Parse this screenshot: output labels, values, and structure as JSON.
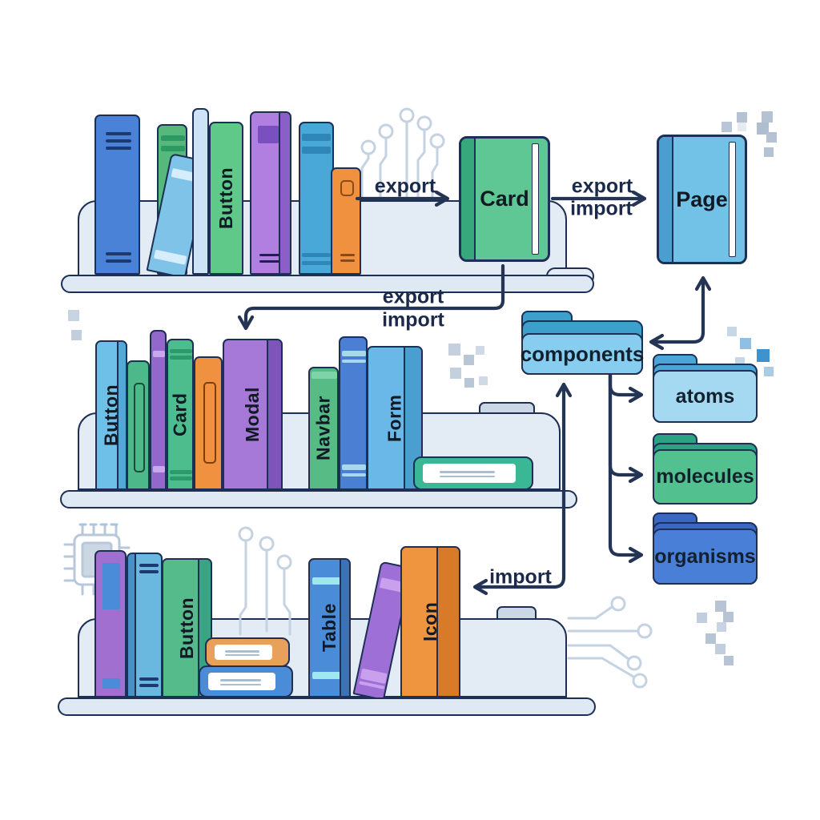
{
  "palette": {
    "outline": "#1d2f55",
    "arrow": "#243454",
    "shelf_board": "#dfe9f4",
    "shelf_panel": "#e3ebf4",
    "circuit": "#c5d2e2",
    "label_text": "#111a24",
    "arrow_text": "#1b2a4a"
  },
  "connections": {
    "shelf1_to_card": "export",
    "card_to_page": [
      "export",
      "import"
    ],
    "card_to_shelf2": [
      "export",
      "import"
    ],
    "components_to_bottom_shelf": "import"
  },
  "notebooks": [
    {
      "label": "Card",
      "body": "#5ec794",
      "spine": "#37a87c"
    },
    {
      "label": "Page",
      "body": "#72c2e8",
      "spine": "#4a9fd0"
    }
  ],
  "folders": [
    {
      "label": "components",
      "front": "#86cdf0",
      "back": "#3d9fcc"
    },
    {
      "label": "atoms",
      "front": "#a5d9f2",
      "back": "#4aa6d4"
    },
    {
      "label": "molecules",
      "front": "#53c08f",
      "back": "#2da183"
    },
    {
      "label": "organisms",
      "front": "#4a7fd8",
      "back": "#3a67c4"
    }
  ],
  "shelves": [
    {
      "books": [
        {
          "label": "",
          "color": "#4a82d8"
        },
        {
          "label": "",
          "color": "#56b87a"
        },
        {
          "label": "",
          "color": "#7fc4e8"
        },
        {
          "label": "",
          "color": "#cfe3f6"
        },
        {
          "label": "Button",
          "color": "#5fc98a"
        },
        {
          "label": "",
          "color": "#b07fe0",
          "edge": "#8a5fc8"
        },
        {
          "label": "",
          "color": "#4aa8d8"
        },
        {
          "label": "",
          "color": "#f0913f"
        }
      ],
      "lying_books": []
    },
    {
      "books": [
        {
          "label": "Button",
          "color": "#6fc0e8",
          "edge": "#54a8d8"
        },
        {
          "label": "",
          "color": "#4db88a"
        },
        {
          "label": "",
          "color": "#9268cc"
        },
        {
          "label": "Card",
          "color": "#4dbd8d"
        },
        {
          "label": "",
          "color": "#f0913f"
        },
        {
          "label": "Modal",
          "color": "#a678d8",
          "edge": "#7d55ba"
        },
        {
          "label": "Navbar",
          "color": "#56bb84"
        },
        {
          "label": "",
          "color": "#4a7fd4"
        },
        {
          "label": "Form",
          "color": "#6ab8e8",
          "edge": "#4a9fd0"
        }
      ],
      "lying_books": [
        {
          "color": "#3ab896"
        }
      ]
    },
    {
      "books": [
        {
          "label": "",
          "color": "#a06fd0"
        },
        {
          "label": "",
          "color": "#6ab8e0",
          "edge": "#4a90c8"
        },
        {
          "label": "Button",
          "color": "#56bb8a",
          "edge": "#3aa383"
        },
        {
          "label": "Table",
          "color": "#4a8cd8",
          "edge": "#3a74b8"
        },
        {
          "label": "",
          "color": "#9f6fd8"
        },
        {
          "label": "Icon",
          "color": "#f0953f",
          "edge": "#d97a28"
        }
      ],
      "lying_books": [
        {
          "color": "#4a8cd8"
        },
        {
          "color": "#e8a05a"
        }
      ]
    }
  ]
}
